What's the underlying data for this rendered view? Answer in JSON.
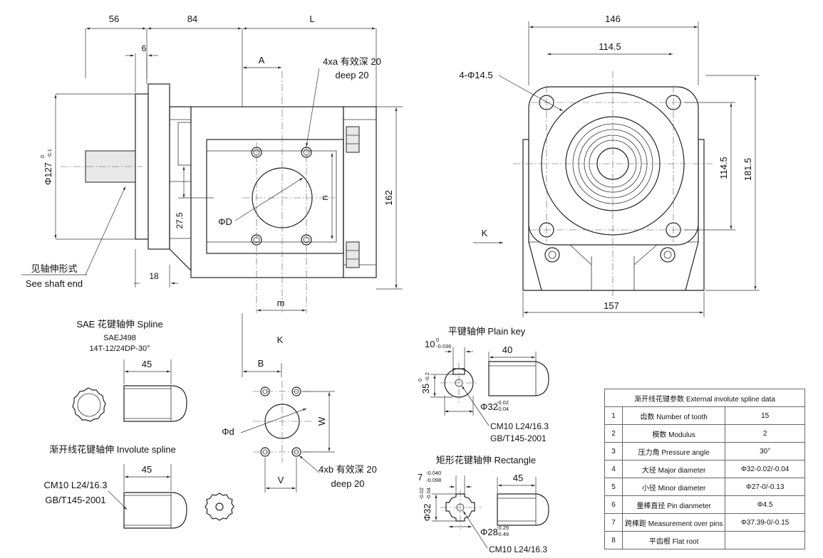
{
  "side_view": {
    "dims": {
      "top_56": "56",
      "top_84": "84",
      "top_L": "L",
      "dim_6": "6",
      "dim_A": "A",
      "dim_162": "162",
      "dim_27_5": "27.5",
      "dim_18": "18",
      "dim_m": "m",
      "dim_n": "n",
      "dia_127": "Φ127",
      "dia_127_tol_upper": "0",
      "dia_127_tol_lower": "-0.1",
      "dia_D": "ΦD"
    },
    "notes": {
      "holes_a_cn": "4xa 有效深 20",
      "holes_a_en": "deep 20",
      "shaft_cn": "见轴伸形式",
      "shaft_en": "See shaft end"
    }
  },
  "front_view": {
    "dims": {
      "dim_146": "146",
      "dim_114_5_top": "114.5",
      "dim_114_5_right": "114.5",
      "dim_181_5": "181.5",
      "dim_157": "157",
      "holes": "4-Φ14.5",
      "view_k": "K"
    }
  },
  "view_k": {
    "title": "K",
    "dims": {
      "dim_B": "B",
      "dim_W": "W",
      "dim_V": "V",
      "dia_d": "Φd"
    },
    "notes": {
      "holes_b_cn": "4xb 有效深 20",
      "holes_b_en": "deep 20"
    }
  },
  "sae_spline": {
    "title": "SAE 花键轴伸 Spline",
    "standard": "SAEJ498",
    "spec": "14T-12/24DP-30°",
    "dim_45": "45"
  },
  "involute_spline": {
    "title": "渐开线花键轴伸 Involute spline",
    "dim_45": "45",
    "note_1": "CM10 L24/16.3",
    "note_2": "GB/T145-2001"
  },
  "plain_key": {
    "title": "平键轴伸 Plain key",
    "dim_10": "10",
    "dim_10_tol_upper": "0",
    "dim_10_tol_lower": "-0.036",
    "dim_40": "40",
    "dim_35": "35",
    "dim_35_tol_upper": "0",
    "dim_35_tol_lower": "-0.2",
    "dia_32": "Φ32",
    "dia_32_tol_upper": "-0.02",
    "dia_32_tol_lower": "-0.04",
    "note_1": "CM10 L24/16.3",
    "note_2": "GB/T145-2001"
  },
  "rectangle": {
    "title": "矩形花键轴伸 Rectangle",
    "dim_7": "7",
    "dim_7_tol_upper": "-0.040",
    "dim_7_tol_lower": "-0.098",
    "dim_45": "45",
    "dia_32": "Φ32",
    "dia_32_tol_upper": "-0.02",
    "dia_32_tol_lower": "-0.04",
    "dia_28": "Φ28",
    "dia_28_tol_upper": "-0.29",
    "dia_28_tol_lower": "-0.49",
    "note_1": "CM10 L24/16.3"
  },
  "spline_table": {
    "header": "渐开线花键参数  External involute spline data",
    "rows": [
      {
        "no": "1",
        "param": "齿数 Number of tooth",
        "value": "15"
      },
      {
        "no": "2",
        "param": "模数 Modulus",
        "value": "2"
      },
      {
        "no": "3",
        "param": "压力角 Pressure angle",
        "value": "30°"
      },
      {
        "no": "4",
        "param": "大径 Major diameter",
        "value": "Φ32-0.02/-0.04"
      },
      {
        "no": "5",
        "param": "小径 Minor diameter",
        "value": "Φ27-0/-0.13"
      },
      {
        "no": "6",
        "param": "量棒直径 Pin dianmeter",
        "value": "Φ4.5"
      },
      {
        "no": "7",
        "param": "跨棒距 Measurement over pins",
        "value": "Φ37.39-0/-0.15"
      },
      {
        "no": "8",
        "param": "平齿根 Flat root",
        "value": ""
      }
    ]
  }
}
